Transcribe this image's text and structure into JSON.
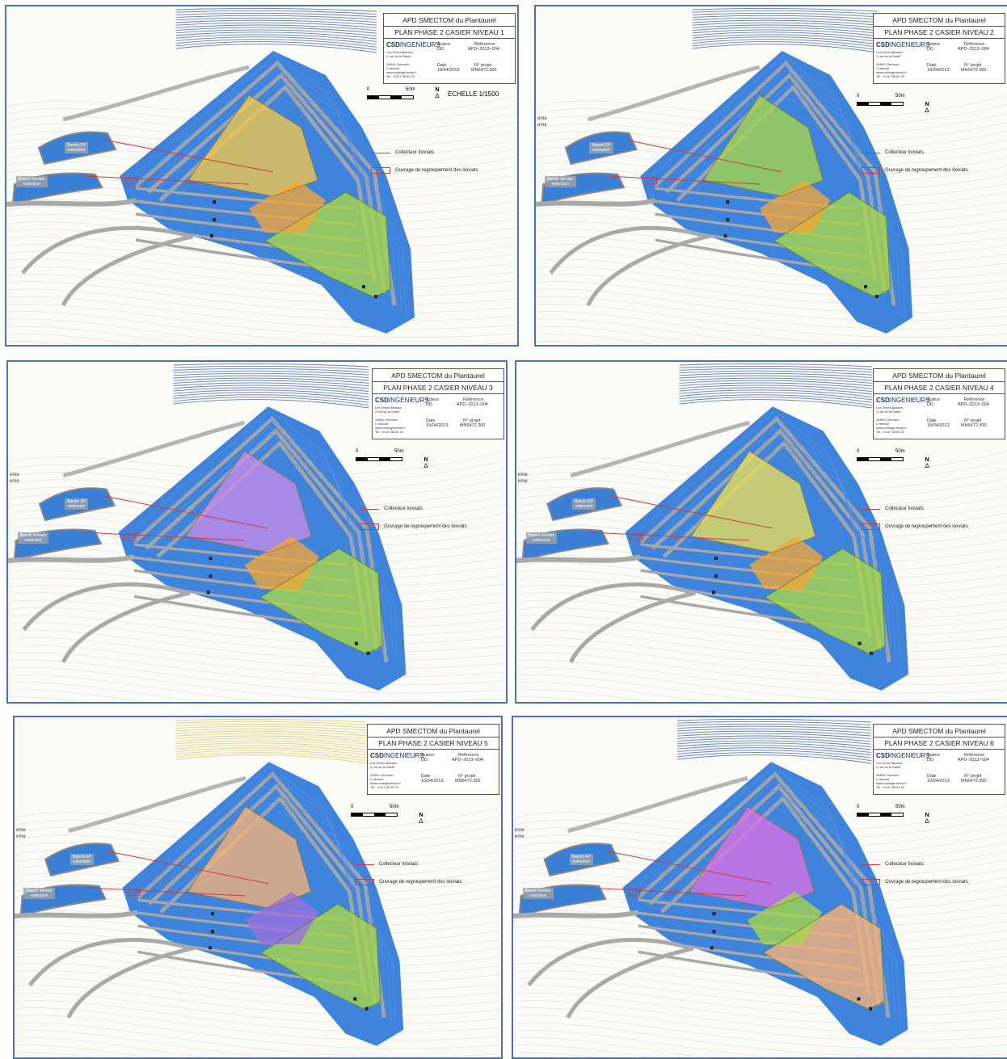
{
  "panels": [
    {
      "title": "APD SMECTOM du Plantaurel",
      "subtitle": "PLAN PHASE 2 CASIER NIVEAU 1",
      "echelle": "ECHELLE 1/1500",
      "edge_text": "",
      "fills": [
        "#f2c84b",
        "#a6d64a",
        "#f3a53a"
      ]
    },
    {
      "title": "APD SMECTOM du Plantaurel",
      "subtitle": "PLAN PHASE 2 CASIER NIVEAU 2",
      "echelle": "",
      "edge_text": "eme\neme",
      "fills": [
        "#a6d64a",
        "#a6d64a",
        "#f3a53a"
      ]
    },
    {
      "title": "APD SMECTOM du Plantaurel",
      "subtitle": "PLAN PHASE 2 CASIER NIVEAU 3",
      "echelle": "",
      "edge_text": "eme\neme",
      "fills": [
        "#c58be8",
        "#a6d64a",
        "#f3a53a"
      ]
    },
    {
      "title": "APD SMECTOM du Plantaurel",
      "subtitle": "PLAN PHASE 2 CASIER NIVEAU 4",
      "echelle": "",
      "edge_text": "eme\neme",
      "fills": [
        "#e9df5a",
        "#a6d64a",
        "#f3a53a"
      ]
    },
    {
      "title": "APD SMECTOM du Plantaurel",
      "subtitle": "PLAN PHASE 2 CASIER NIVEAU 5",
      "echelle": "",
      "edge_text": "eme\neme",
      "fills": [
        "#f5b27a",
        "#a6d64a",
        "#9b6fe0"
      ]
    },
    {
      "title": "APD SMECTOM du Plantaurel",
      "subtitle": "PLAN PHASE 2 CASIER NIVEAU 6",
      "echelle": "",
      "edge_text": "eme\neme",
      "fills": [
        "#d971e6",
        "#f5b27a",
        "#a6d64a"
      ]
    }
  ],
  "cartouche": {
    "company_bold": "CSD",
    "company_light": "INGENIEURS",
    "address": "Les Terres Basses\n2 rue de la Sarell\n\n34800 Clermont L'Hérault\nwww.csdingenieurs.fr\nTel : 04 67 88 50 10",
    "auteur_label": "Auteur",
    "auteur_value": "DD",
    "reference_label": "Référence",
    "reference_value": "APD–2013–004",
    "date_label": "Date",
    "date_value": "10/04/2013",
    "projet_label": "N° projet",
    "projet_value": "MN5472.300"
  },
  "scale": {
    "zero": "0",
    "fifty": "50m"
  },
  "north": "N",
  "legend": {
    "collecteur": "Collecteur lixiviats",
    "ouvrage": "Ouvrage de regroupement des lixiviats"
  },
  "map_labels": {
    "bassin_ep": "Bassin EP\nextension",
    "bassin_lix": "Bassin lixiviats\nextension"
  },
  "colors": {
    "border": "#4a72b8",
    "water": "#3a7fd6",
    "slope_blue": "#2f7ad9",
    "track": "#a7a7a7",
    "collector": "#d23a3a",
    "contour": "#d9b8a8"
  }
}
